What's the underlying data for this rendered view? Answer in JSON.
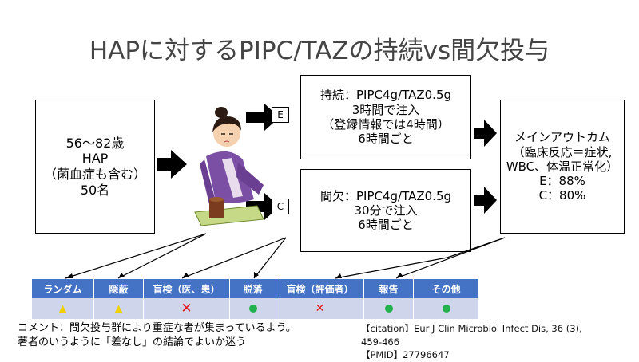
{
  "title": "HAPに対するPIPC/TAZの持続vs間欠投与",
  "patients": {
    "line1": "56～82歳",
    "line2": "HAP",
    "line3": "（菌血症も含む）",
    "line4": "50名"
  },
  "groups": {
    "e_tag": "E",
    "c_tag": "C",
    "continuous": {
      "line1": "持続：PIPC4g/TAZ0.5g",
      "line2": "3時間で注入",
      "line3": "（登録情報では4時間）",
      "line4": "6時間ごと"
    },
    "intermittent": {
      "line1": "間欠：PIPC4g/TAZ0.5g",
      "line2": "30分で注入",
      "line3": "6時間ごと"
    }
  },
  "outcome": {
    "line1": "メインアウトカム",
    "line2": "（臨床反応＝症状,",
    "line3": "WBC、体温正常化）",
    "line4": "E：88%",
    "line5": "C：80%"
  },
  "table": {
    "headers": [
      "ランダム",
      "隠蔽",
      "盲検（医、患）",
      "脱落",
      "盲検（評価者）",
      "報告",
      "その他"
    ],
    "marks": [
      "triangle",
      "triangle",
      "cross",
      "circle",
      "cross",
      "circle",
      "circle"
    ],
    "colors": {
      "header": "#4472c4",
      "row": "#cfd5ea",
      "triangle": "#f0d000",
      "cross": "#e31b1b",
      "circle": "#22b14c"
    }
  },
  "comment": {
    "line1": "コメント：間欠投与群により重症な者が集まっているよう。",
    "line2": "著者のいうように「差なし」の結論でよいか迷う"
  },
  "citation": {
    "line1": "【citation】Eur J Clin Microbiol Infect Dis, 36 (3),",
    "line2": "459-466",
    "line3": "【PMID】27796647"
  }
}
